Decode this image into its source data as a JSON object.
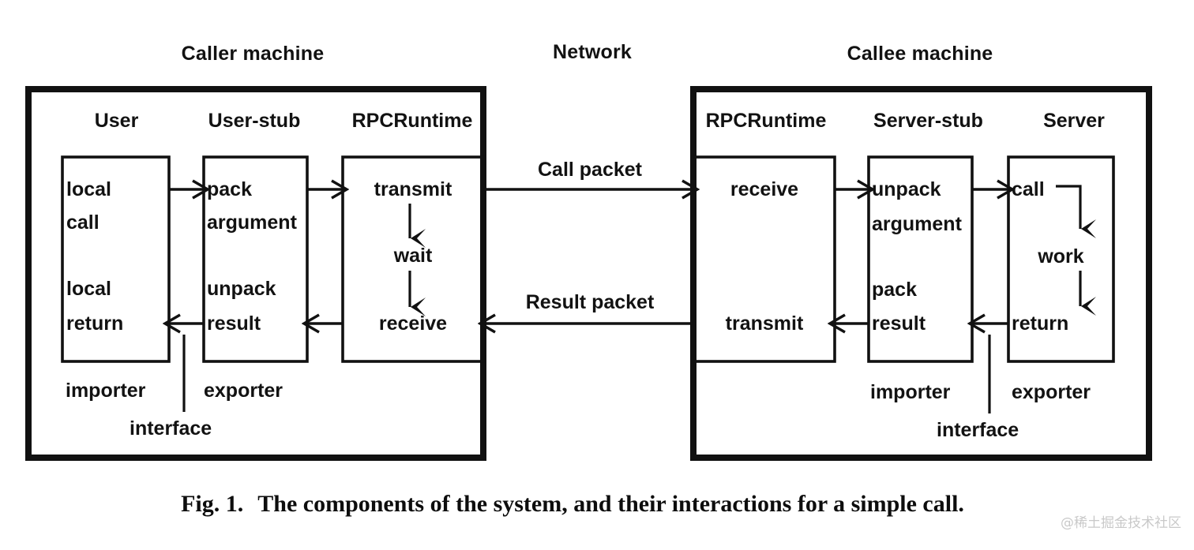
{
  "figure": {
    "caption_number": "Fig. 1.",
    "caption_text": "The components of the system, and their interactions for a simple call.",
    "watermark": "@稀土掘金技术社区",
    "ink_color": "#111111",
    "background_color": "#ffffff"
  },
  "top_titles": {
    "caller": "Caller machine",
    "network": "Network",
    "callee": "Callee machine"
  },
  "caller_machine": {
    "columns": [
      {
        "title": "User",
        "upper": [
          "local",
          "call"
        ],
        "lower": [
          "local",
          "return"
        ]
      },
      {
        "title": "User-stub",
        "upper": [
          "pack",
          "argument"
        ],
        "lower": [
          "unpack",
          "result"
        ]
      },
      {
        "title": "RPCRuntime",
        "upper": [
          "transmit"
        ],
        "middle": [
          "wait"
        ],
        "lower": [
          "receive"
        ]
      }
    ],
    "roles": {
      "importer": "importer",
      "exporter": "exporter",
      "interface": "interface"
    }
  },
  "callee_machine": {
    "columns": [
      {
        "title": "RPCRuntime",
        "upper": [
          "receive"
        ],
        "lower": [
          "transmit"
        ]
      },
      {
        "title": "Server-stub",
        "upper": [
          "unpack",
          "argument"
        ],
        "lower": [
          "pack",
          "result"
        ]
      },
      {
        "title": "Server",
        "upper": [
          "call"
        ],
        "middle": [
          "work"
        ],
        "lower": [
          "return"
        ]
      }
    ],
    "roles": {
      "importer": "importer",
      "exporter": "exporter",
      "interface": "interface"
    }
  },
  "network": {
    "call_packet_label": "Call packet",
    "result_packet_label": "Result packet"
  }
}
